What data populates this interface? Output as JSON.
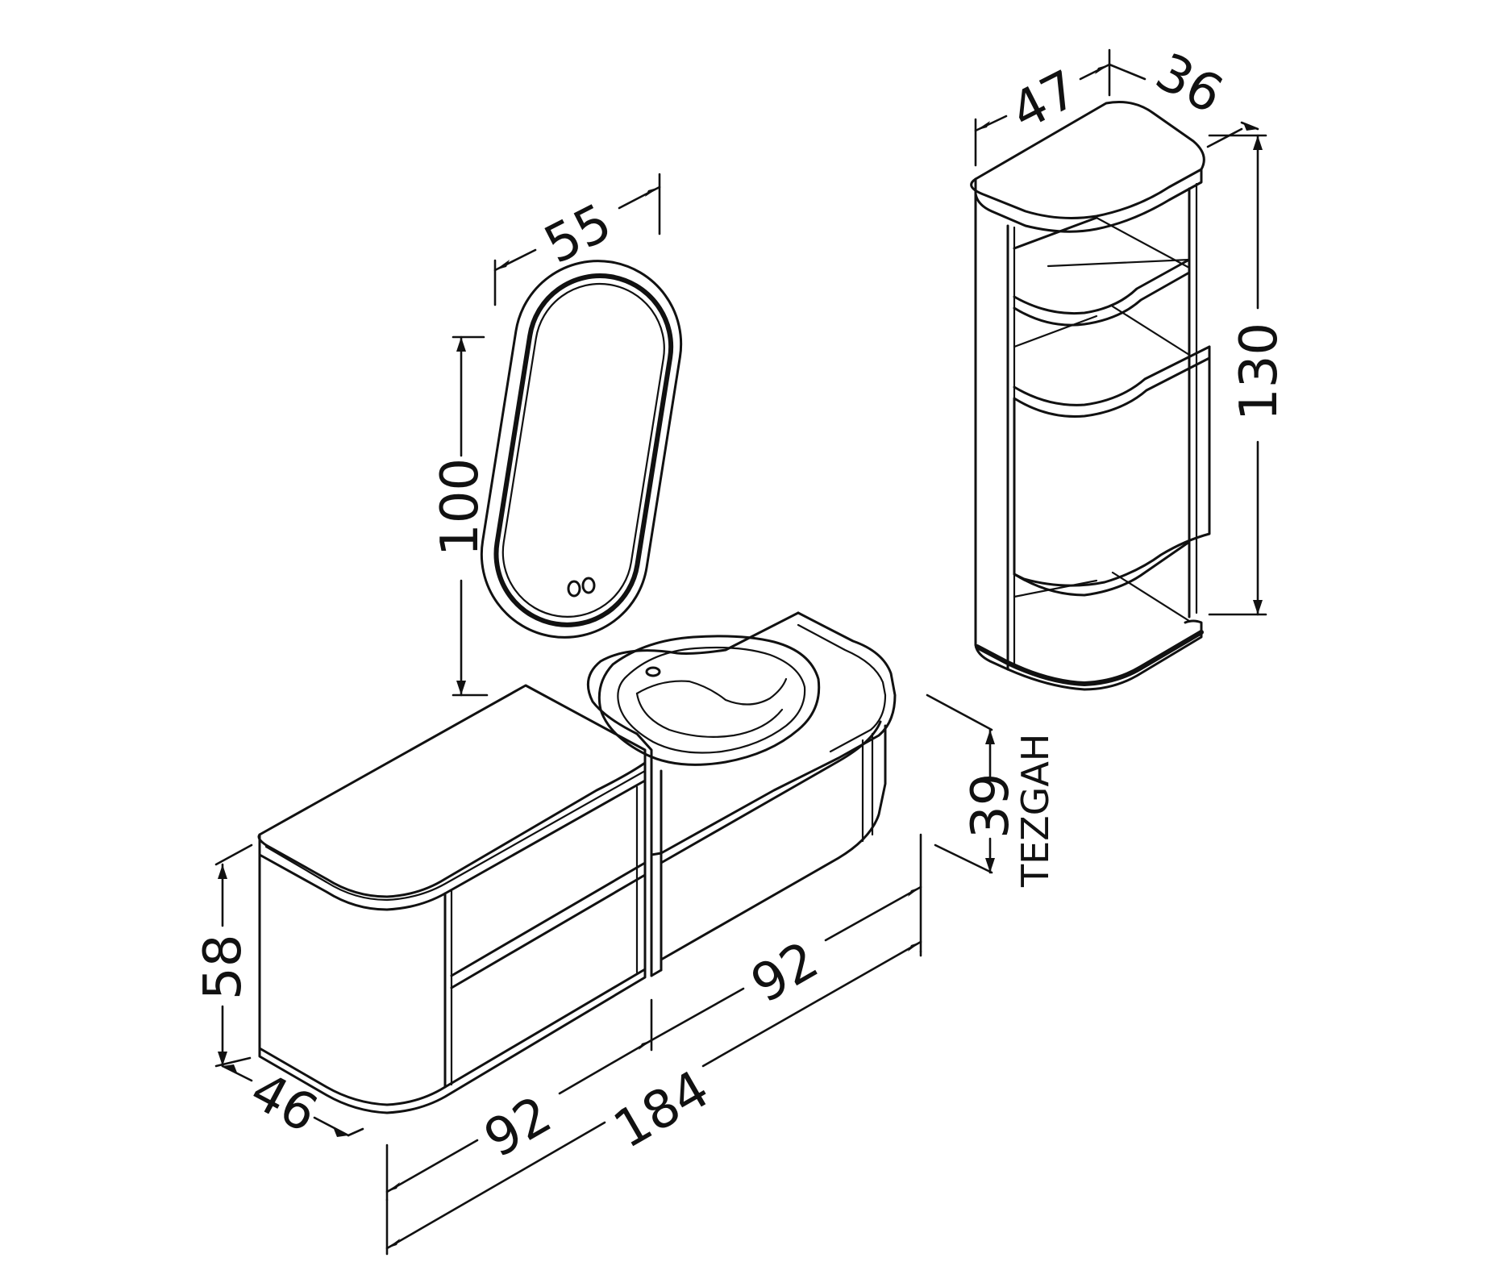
{
  "dimensions": {
    "mirror_width": "55",
    "mirror_height": "100",
    "tall_cabinet_width": "47",
    "tall_cabinet_depth": "36",
    "tall_cabinet_height": "130",
    "worktop_height": "39",
    "worktop_label": "TEZGAH",
    "vanity_height": "58",
    "vanity_depth": "46",
    "left_module_width": "92",
    "right_module_width": "92",
    "total_width": "184"
  },
  "colors": {
    "line": "#111111",
    "background": "#ffffff"
  }
}
